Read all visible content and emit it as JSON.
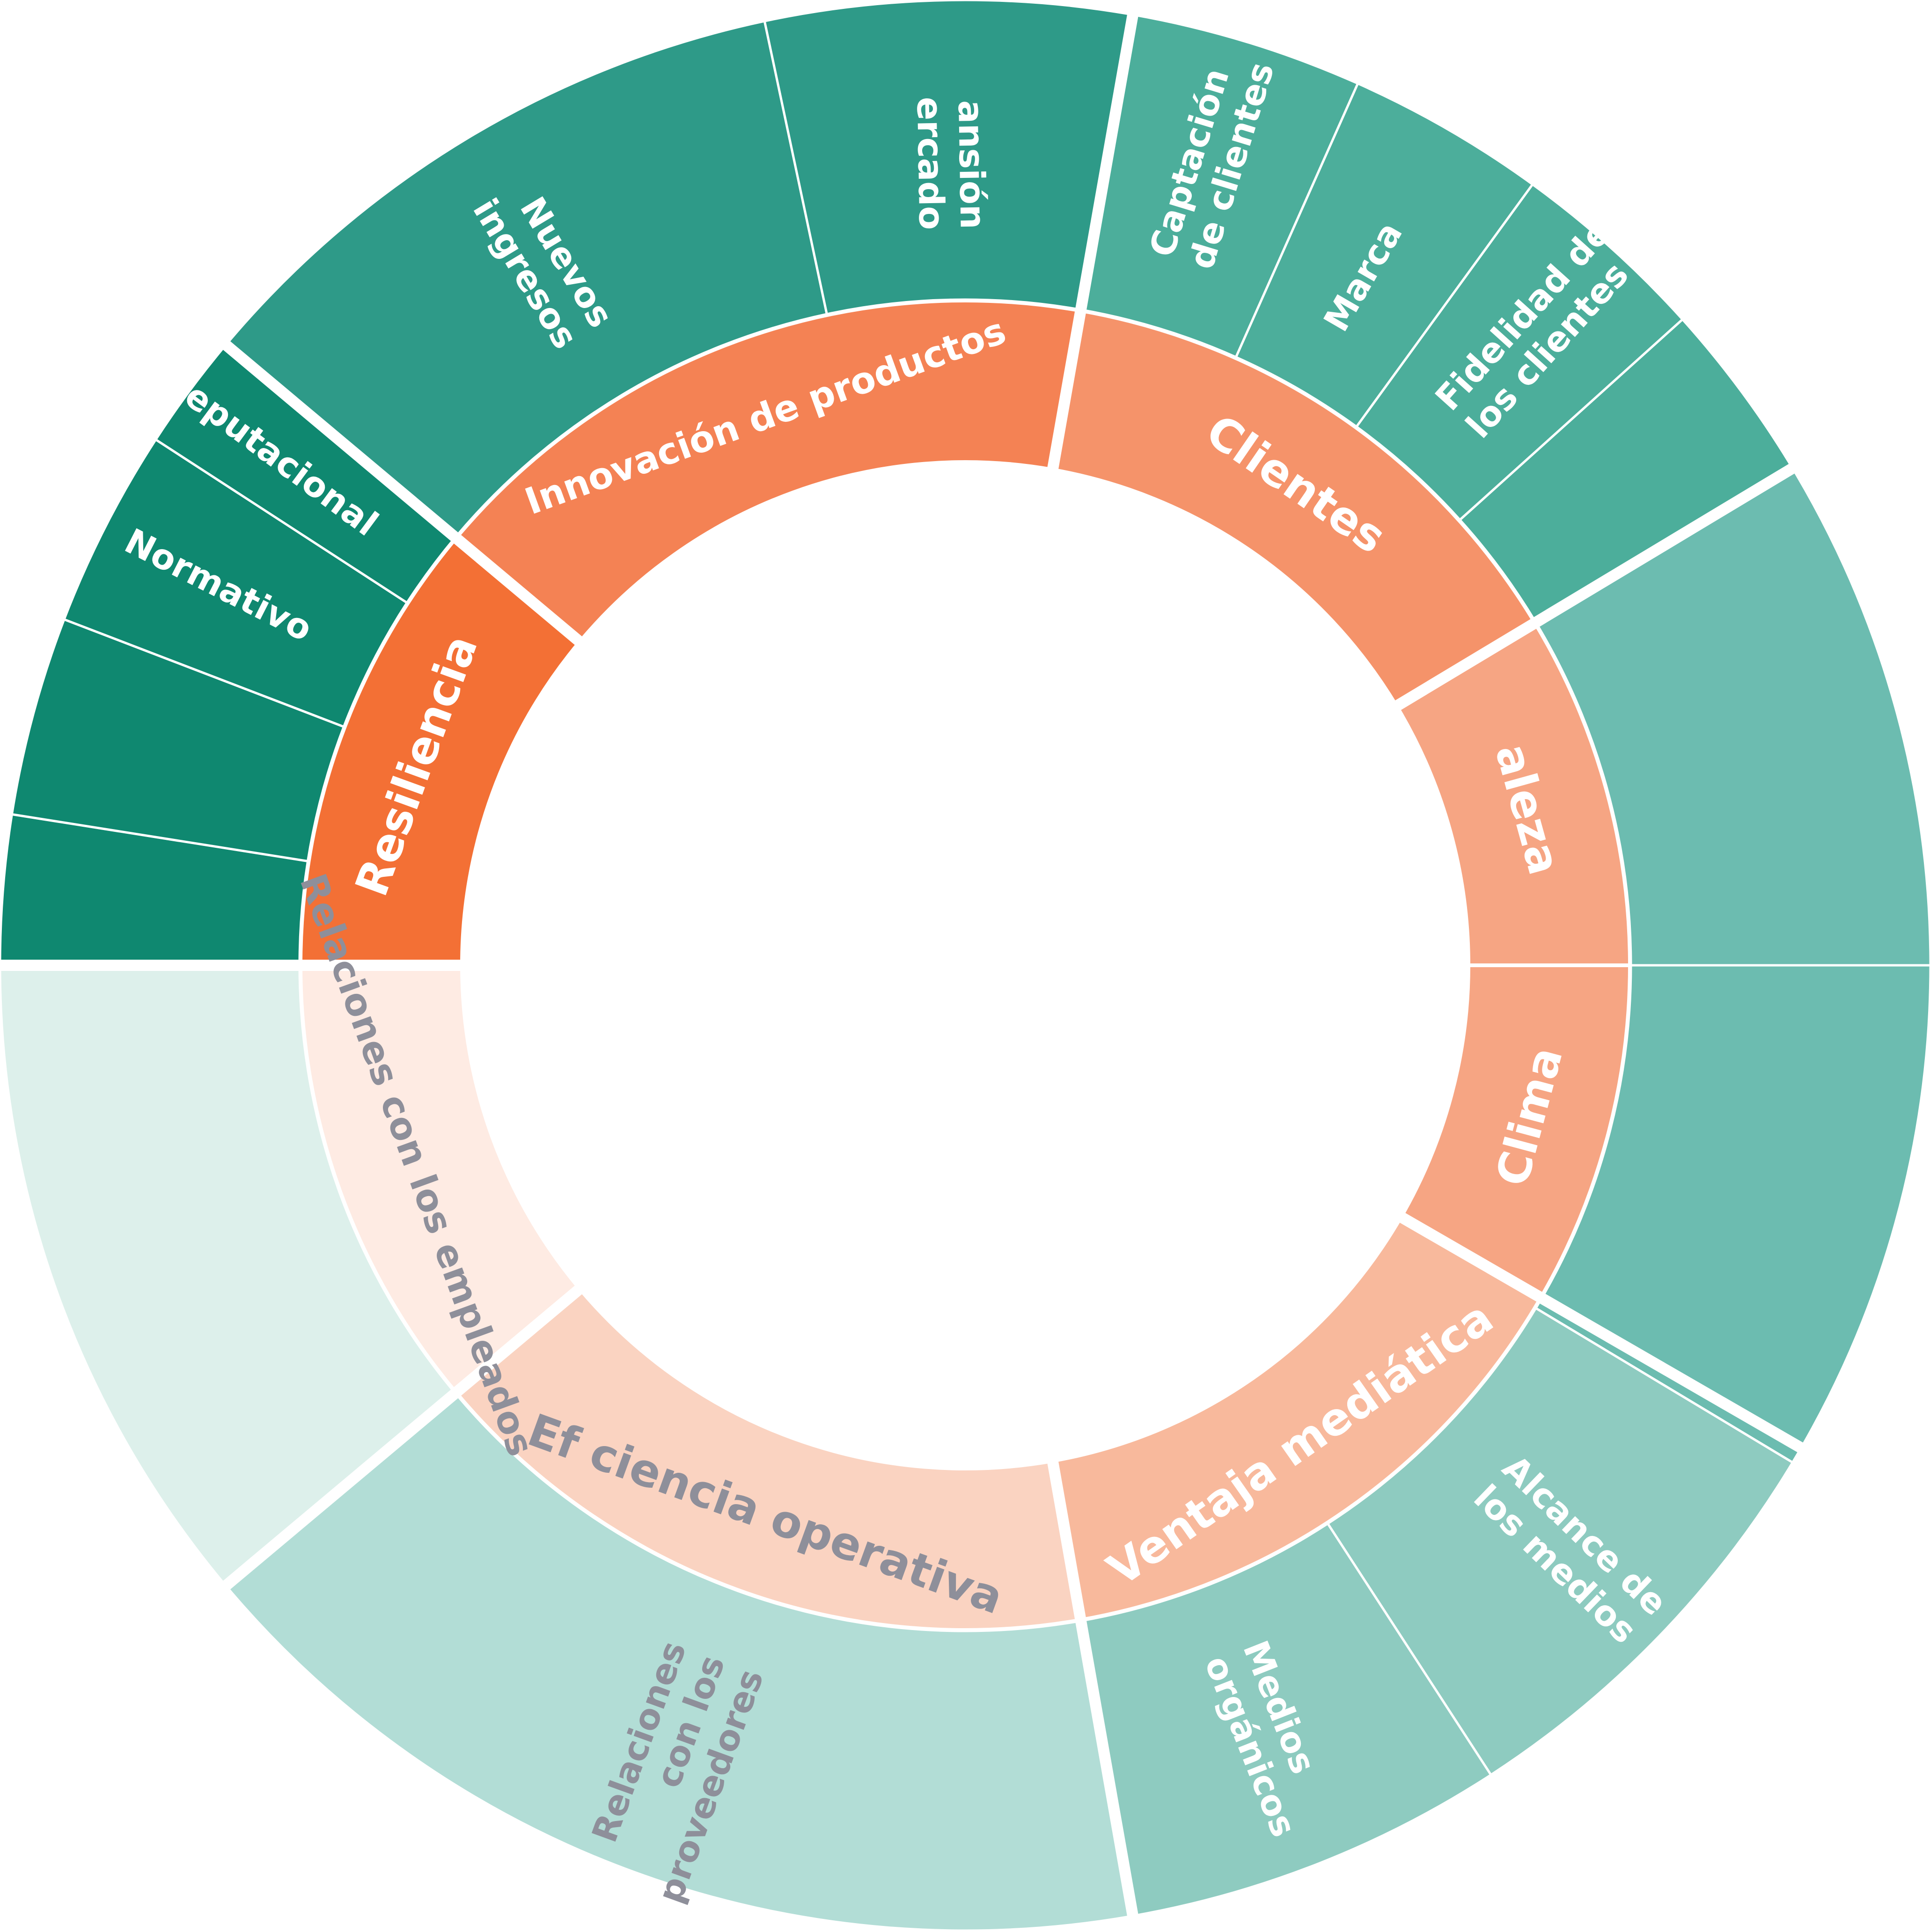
{
  "inner_ring": [
    {
      "id": "innovacion",
      "label": "Innovación de productos",
      "color": "#f48254",
      "text_color": "#ffffff"
    },
    {
      "id": "clientes",
      "label": "Clientes",
      "color": "#f5936a",
      "text_color": "#ffffff"
    },
    {
      "id": "naturaleza",
      "label": "aleza",
      "color": "#f6a583",
      "text_color": "#ffffff"
    },
    {
      "id": "clima",
      "label": "Clima",
      "color": "#f6a583",
      "text_color": "#ffffff"
    },
    {
      "id": "ventaja",
      "label": "Ventaja mediática",
      "color": "#f8b99c",
      "text_color": "#ffffff"
    },
    {
      "id": "eficiencia",
      "label": "Ef ciencia operativa",
      "color": "#fad3c1",
      "text_color": "#8e8f9a"
    },
    {
      "id": "empleados",
      "label": "Relaciones con los empleados",
      "color": "#feebe3",
      "text_color": "#8e8f9a"
    },
    {
      "id": "resiliencia",
      "label": "Resiliencia",
      "color": "#f37035",
      "text_color": "#ffffff"
    }
  ],
  "outer_ring": [
    {
      "id": "nuevos-ingresos",
      "lines": [
        "Nuevos",
        "ingresos"
      ],
      "color": "#2e9a88",
      "text_color": "#ffffff"
    },
    {
      "id": "expansion-mercado",
      "lines": [
        "ansión",
        "ercado"
      ],
      "color": "#2e9a88",
      "text_color": "#ffffff"
    },
    {
      "id": "captacion",
      "lines": [
        "Captación",
        "de clientes"
      ],
      "color": "#4cae9b",
      "text_color": "#ffffff"
    },
    {
      "id": "marca",
      "lines": [
        "Marca"
      ],
      "color": "#4cae9b",
      "text_color": "#ffffff"
    },
    {
      "id": "fidelidad",
      "lines": [
        "Fidelidad de",
        "los clientes"
      ],
      "color": "#4cae9b",
      "text_color": "#ffffff"
    },
    {
      "id": "clientes-extra",
      "lines": [],
      "color": "#4cae9b",
      "text_color": "#ffffff"
    },
    {
      "id": "naturaleza-outer",
      "lines": [],
      "color": "#6cbcb0",
      "text_color": "#ffffff"
    },
    {
      "id": "clima-outer",
      "lines": [],
      "color": "#6cbcb0",
      "text_color": "#ffffff"
    },
    {
      "id": "alcance",
      "lines": [
        "Alcance de",
        "los medios"
      ],
      "color": "#8ecbc0",
      "text_color": "#ffffff"
    },
    {
      "id": "medios-organicos",
      "lines": [
        "Medios",
        "orgánicos"
      ],
      "color": "#8ecbc0",
      "text_color": "#ffffff"
    },
    {
      "id": "proveedores",
      "lines": [
        "Relaciones",
        "con los",
        "proveedores"
      ],
      "color": "#b2ddd6",
      "text_color": "#8e8f9a"
    },
    {
      "id": "empleados-outer",
      "lines": [],
      "color": "#ddf0eb",
      "text_color": "#8e8f9a"
    },
    {
      "id": "resiliencia-a",
      "lines": [],
      "color": "#0f8870",
      "text_color": "#ffffff"
    },
    {
      "id": "resiliencia-b",
      "lines": [],
      "color": "#0f8870",
      "text_color": "#ffffff"
    },
    {
      "id": "normativo",
      "lines": [
        "Normativo"
      ],
      "color": "#0f8870",
      "text_color": "#ffffff"
    },
    {
      "id": "reputacional",
      "lines": [
        "Reputacional"
      ],
      "color": "#0f8870",
      "text_color": "#ffffff"
    }
  ]
}
